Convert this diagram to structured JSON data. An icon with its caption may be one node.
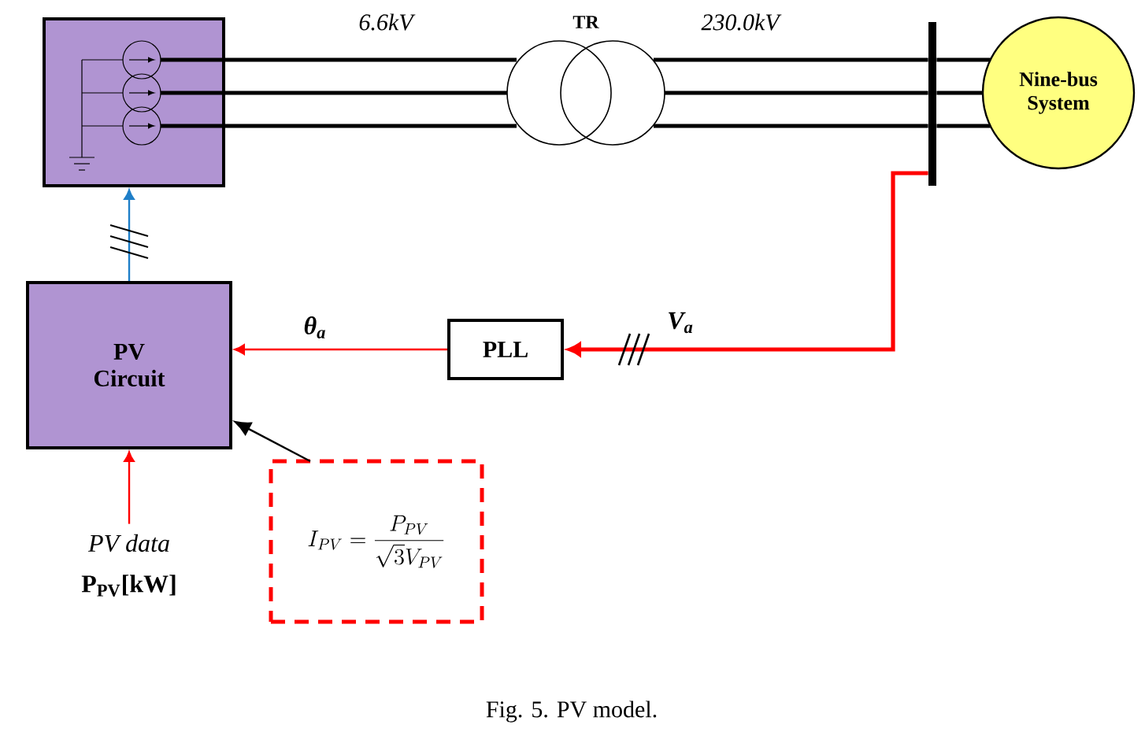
{
  "diagram": {
    "caption": "Fig. 5. PV model.",
    "nodes": [
      {
        "text": [],
        "shape": "box"
      },
      {
        "text": [
          "TR"
        ]
      },
      {
        "text": [],
        "shape": "bar"
      },
      {
        "text": [
          "Nine-bus System"
        ]
      },
      {
        "text": [
          "PV Circuit"
        ]
      },
      {
        "text": [
          "PLL"
        ]
      },
      {
        "text": [
          "I_{PV} = \\frac{P_{PV}}{\\sqrt{3}V_{PV}}"
        ]
      },
      {
        "text": [
          "PV data",
          "P$_{PV}$[kW]"
        ]
      }
    ],
    "edges": [
      {
        "from": 0,
        "to": 1,
        "arrow": "none"
      },
      {
        "from": 0,
        "to": 1,
        "arrow": "none"
      },
      {
        "from": 0,
        "to": 1,
        "arrow": "none"
      },
      {
        "from": 1,
        "to": 2,
        "arrow": "none"
      },
      {
        "from": 1,
        "to": 2,
        "arrow": "none"
      },
      {
        "from": 1,
        "to": 2,
        "arrow": "none"
      },
      {
        "from": 2,
        "to": 3,
        "arrow": "none"
      },
      {
        "from": 2,
        "to": 3,
        "arrow": "none"
      },
      {
        "from": 2,
        "to": 3,
        "arrow": "none"
      },
      {
        "from": 2,
        "to": 5,
        "arrow": "to",
        "label": "V$_{a}$",
        "color": "#ff0000"
      },
      {
        "from": 5,
        "to": 4,
        "arrow": "to",
        "label": "θ$_{a}$",
        "color": "#ff0000"
      },
      {
        "from": 4,
        "to": 0,
        "arrow": "to",
        "color": "#1f7fc8"
      },
      {
        "from": 6,
        "to": 4,
        "arrow": "to"
      },
      {
        "from": 7,
        "to": 4,
        "arrow": "to",
        "color": "#ff0000"
      }
    ],
    "labels": [
      "6.6kV",
      "230.0kV"
    ]
  }
}
